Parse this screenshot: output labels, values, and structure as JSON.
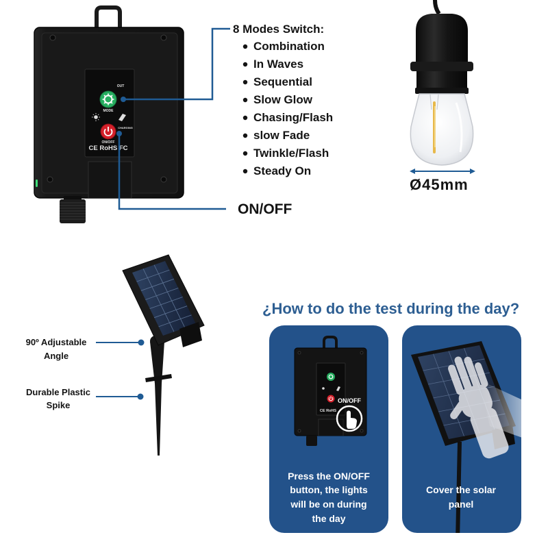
{
  "controller": {
    "out_label": "OUT",
    "mode_label": "MODE",
    "charging_label": "CHARGING",
    "onoff_label": "ON/OFF",
    "cert_label": "CE RoHS FC"
  },
  "modes": {
    "title": "8 Modes Switch:",
    "items": [
      "Combination",
      "In Waves",
      "Sequential",
      "Slow Glow",
      "Chasing/Flash",
      "slow Fade",
      "Twinkle/Flash",
      "Steady On"
    ]
  },
  "power": {
    "label": "ON/OFF"
  },
  "bulb": {
    "diameter": "Ø45mm"
  },
  "solar_stake": {
    "angle_label": [
      "90º Adjustable",
      "Angle"
    ],
    "spike_label": [
      "Durable Plastic",
      "Spike"
    ]
  },
  "test": {
    "heading": "¿How to do the test during the day?",
    "cards": [
      {
        "lines": [
          "Press the ON/OFF",
          "button, the lights",
          "will be on during",
          "the day"
        ],
        "button_label": "ON/OFF",
        "cert_label": "CE RoHS"
      },
      {
        "lines": [
          "Cover the solar",
          "panel"
        ]
      }
    ]
  },
  "icons": {
    "mode_button": "gear-icon",
    "power_button": "power-icon",
    "press_hint": "hand-pointer-icon",
    "cover_hint": "hand-icon"
  },
  "colors": {
    "accent": "#1f5b94",
    "heading": "#2d5e92",
    "card": "#23528a",
    "mode_button": "#27ae60",
    "power_button": "#d4202a",
    "filament": "#e7b94b"
  }
}
